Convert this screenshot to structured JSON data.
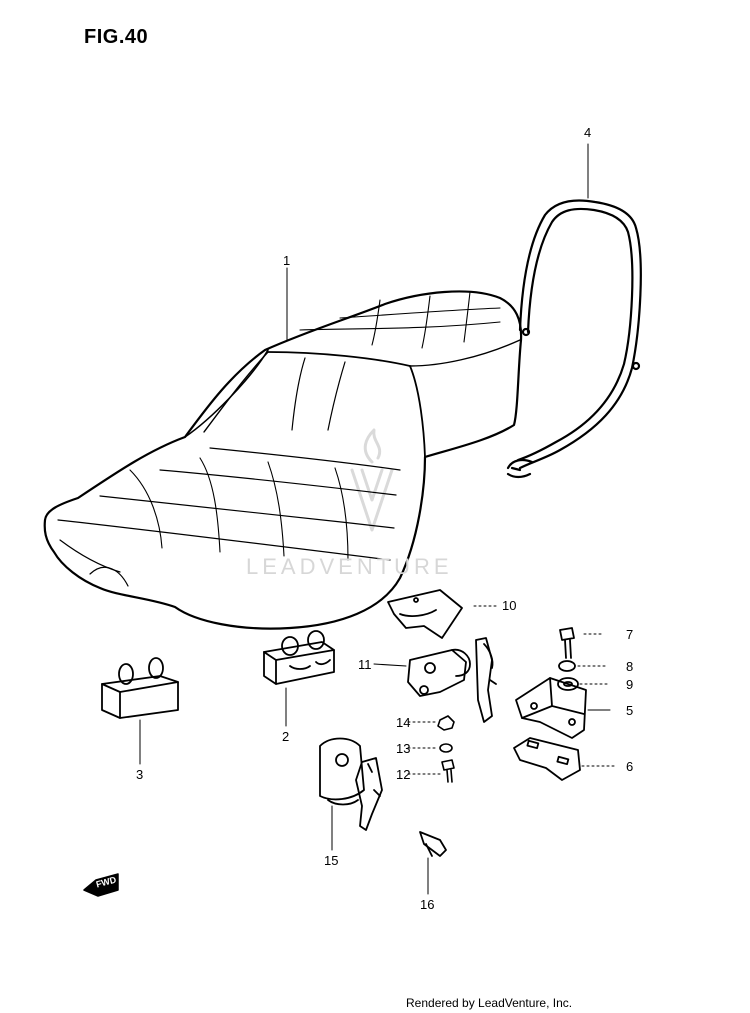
{
  "figure": {
    "title": "FIG.40"
  },
  "callouts": [
    "1",
    "2",
    "3",
    "4",
    "5",
    "6",
    "7",
    "8",
    "9",
    "10",
    "11",
    "12",
    "13",
    "14",
    "15",
    "16"
  ],
  "direction_marker": {
    "label": "FWD",
    "icon": "forward-arrow-icon"
  },
  "watermark": {
    "text": "LEADVENTURE"
  },
  "footer": {
    "credit": "Rendered by LeadVenture, Inc."
  }
}
